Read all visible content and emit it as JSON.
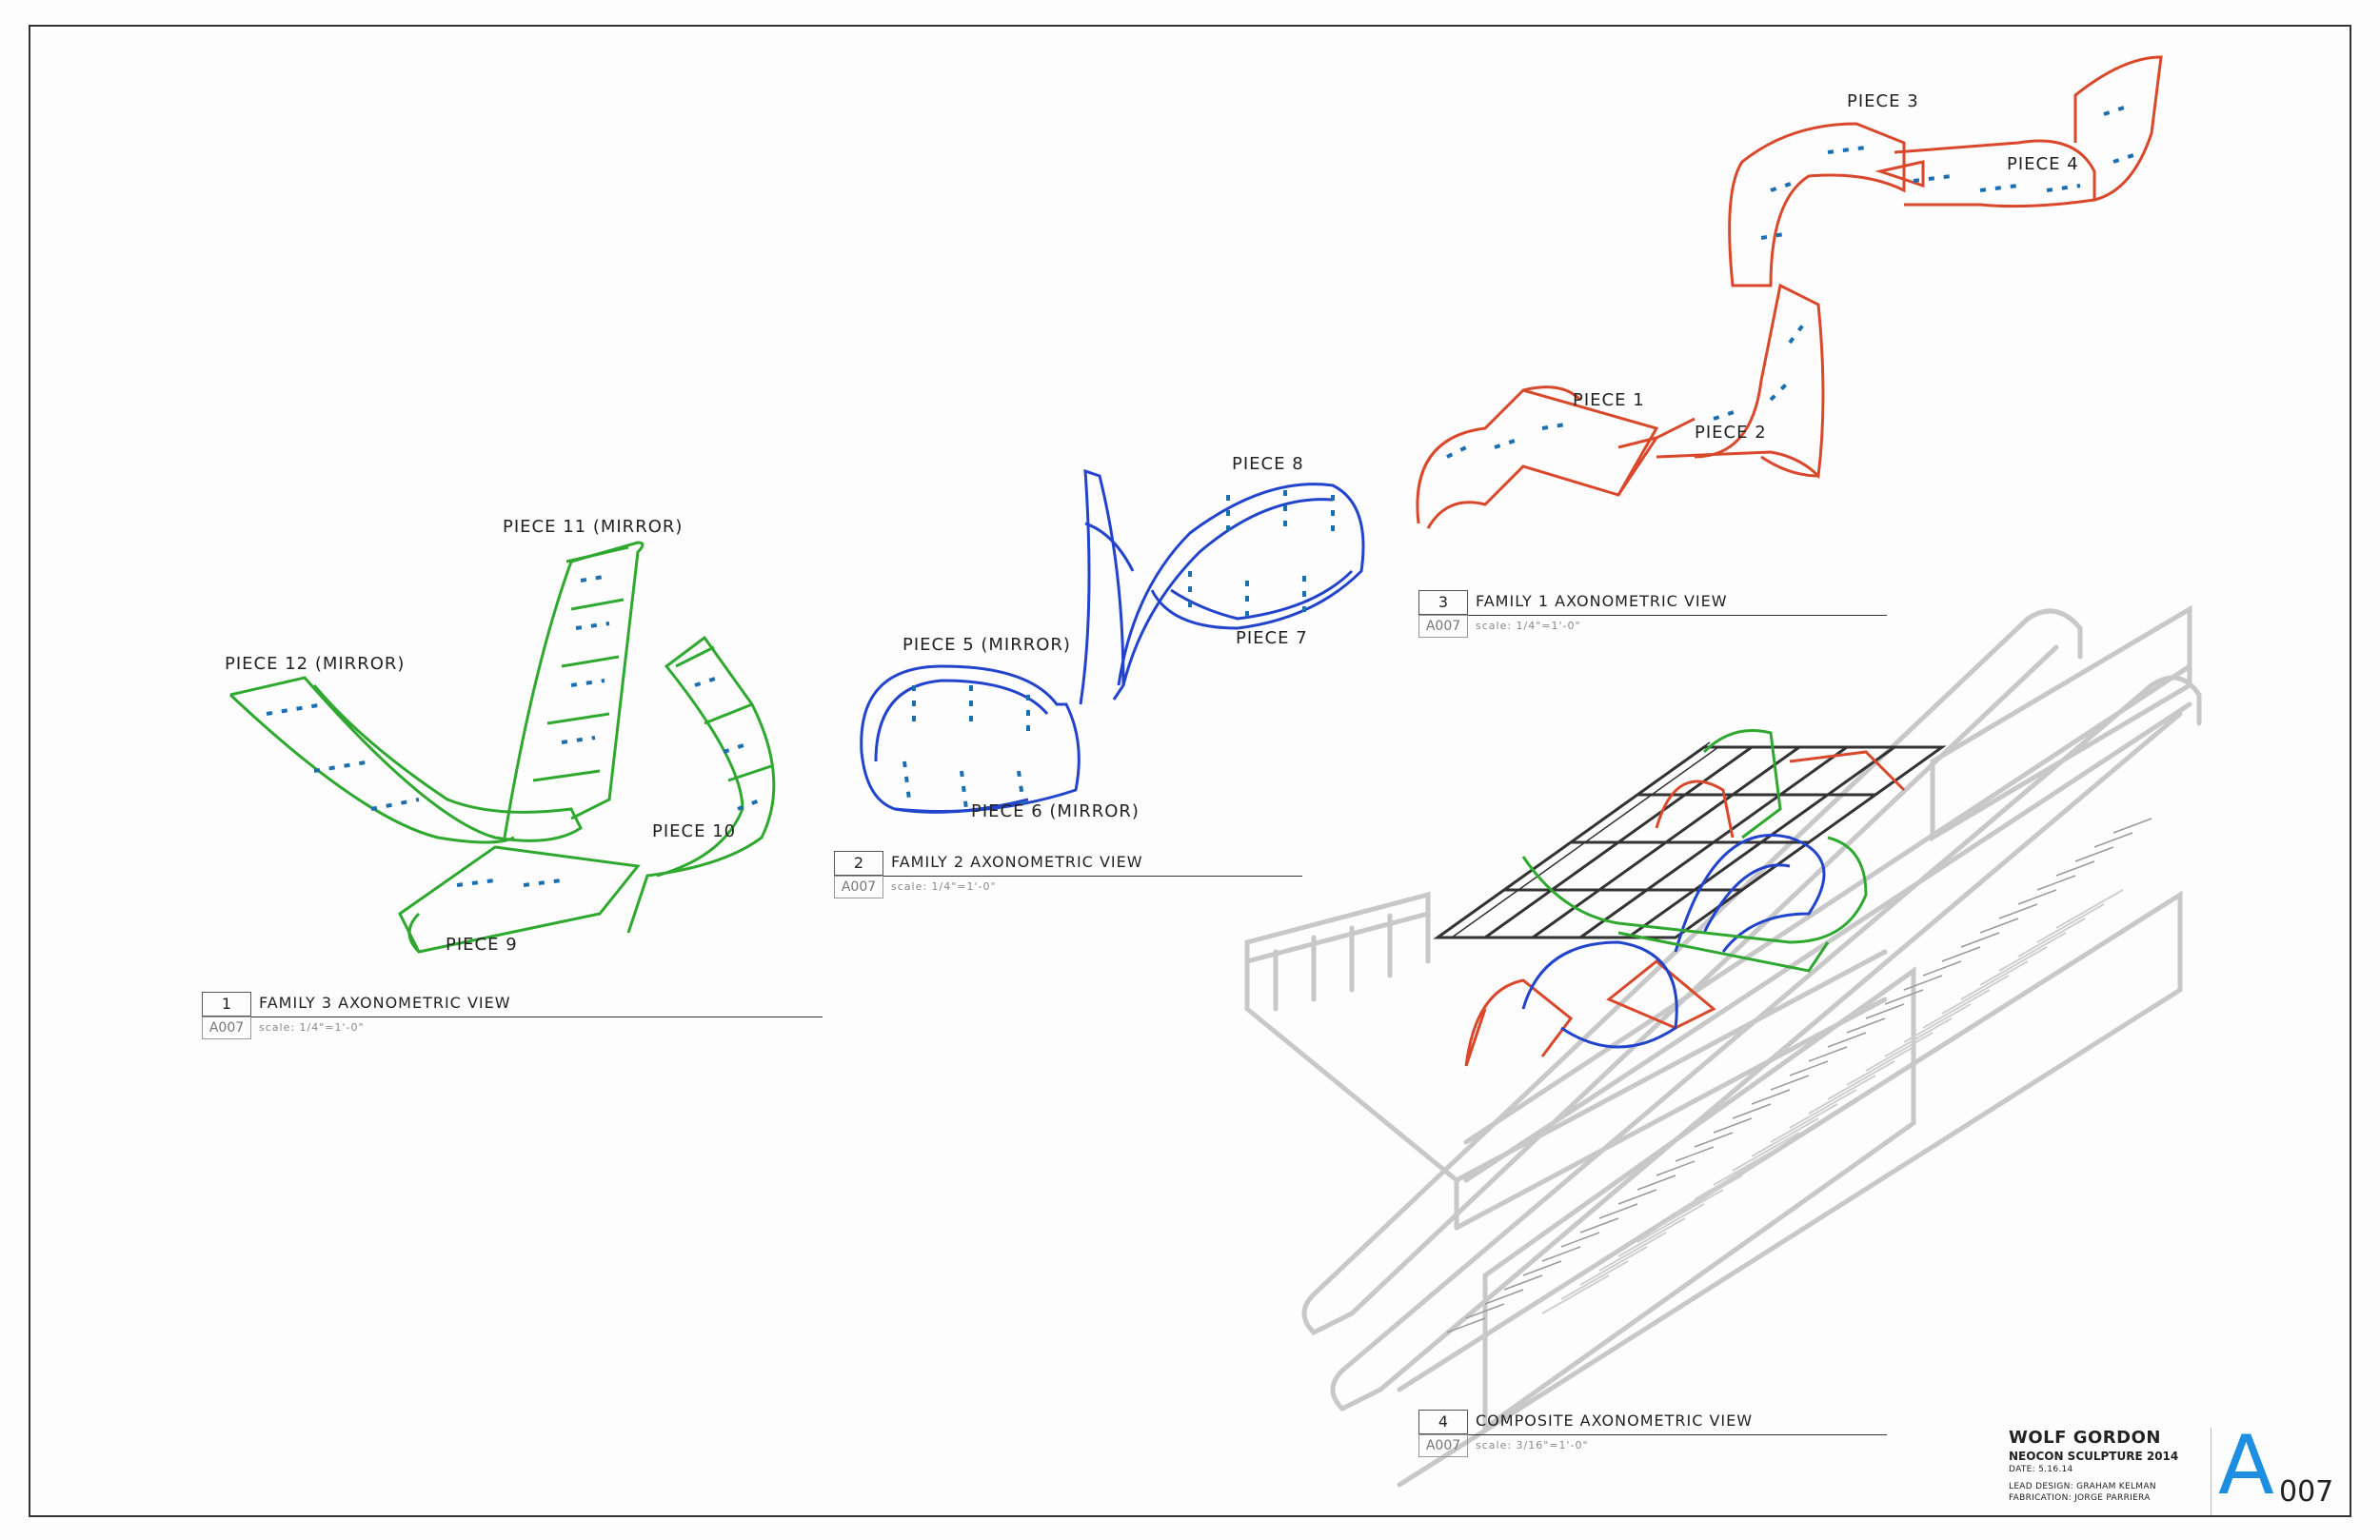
{
  "pieces": {
    "p1": "PIECE 1",
    "p2": "PIECE 2",
    "p3": "PIECE 3",
    "p4": "PIECE 4",
    "p5": "PIECE 5 (MIRROR)",
    "p6": "PIECE 6 (MIRROR)",
    "p7": "PIECE 7",
    "p8": "PIECE 8",
    "p9": "PIECE 9",
    "p10": "PIECE 10",
    "p11": "PIECE 11 (MIRROR)",
    "p12": "PIECE 12 (MIRROR)"
  },
  "views": {
    "v1": {
      "num": "1",
      "title": "FAMILY 3 AXONOMETRIC VIEW",
      "ref": "A007",
      "scale": "scale: 1/4\"=1'-0\""
    },
    "v2": {
      "num": "2",
      "title": "FAMILY 2 AXONOMETRIC VIEW",
      "ref": "A007",
      "scale": "scale: 1/4\"=1'-0\""
    },
    "v3": {
      "num": "3",
      "title": "FAMILY 1 AXONOMETRIC VIEW",
      "ref": "A007",
      "scale": "scale: 1/4\"=1'-0\""
    },
    "v4": {
      "num": "4",
      "title": "COMPOSITE AXONOMETRIC VIEW",
      "ref": "A007",
      "scale": "scale: 3/16\"=1'-0\""
    }
  },
  "titleblock": {
    "company": "WOLF GORDON",
    "project": "NEOCON SCULPTURE 2014",
    "date": "DATE: 5.16.14",
    "lead": "LEAD DESIGN: GRAHAM KELMAN",
    "fab": "FABRICATION: JORGE PARRIERA",
    "sheet_letter": "A",
    "sheet_number": "007"
  },
  "colors": {
    "family1": "#d9482b",
    "family2": "#2244cc",
    "family3": "#2ea82e",
    "strip_text": "#1b6fb0",
    "context": "#c8c8c8",
    "grid": "#333333",
    "accent": "#1e8fe0"
  }
}
